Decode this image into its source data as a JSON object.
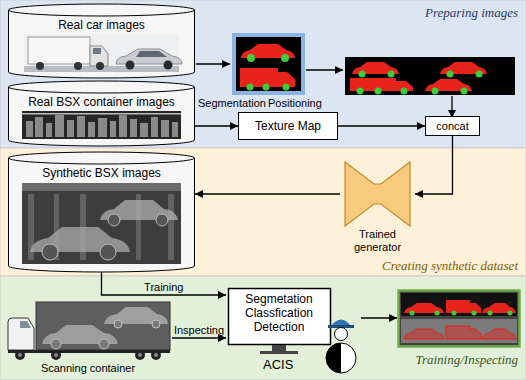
{
  "diagram": {
    "nodes": [
      {
        "text": [
          "Preparing images"
        ]
      },
      {
        "text": [
          "Real car images"
        ],
        "in": 0
      },
      {
        "text": [
          "Real BSX container images"
        ],
        "in": 0
      },
      {
        "text": [
          "Texture Map"
        ],
        "in": 0
      },
      {
        "text": [
          "concat"
        ],
        "in": 0
      },
      {
        "text": [
          "Creating synthetic dataset"
        ]
      },
      {
        "text": [
          "Synthetic BSX images"
        ],
        "in": 5
      },
      {
        "text": [
          "Trained generator"
        ],
        "in": 5
      },
      {
        "text": [
          "Training/Inspecting"
        ]
      },
      {
        "text": [
          "Scanning container"
        ],
        "in": 8
      },
      {
        "text": [
          "Segmetation Classfication Detection",
          "ACIS"
        ],
        "in": 8
      }
    ],
    "edges": [
      {
        "from": 2,
        "to": 3,
        "arrow": "to"
      },
      {
        "from": 3,
        "to": 4,
        "arrow": "to"
      },
      {
        "from": 4,
        "to": 7,
        "arrow": "to"
      },
      {
        "from": 7,
        "to": 6,
        "arrow": "to"
      },
      {
        "from": 6,
        "to": 10,
        "label": "Training",
        "arrow": "to"
      },
      {
        "from": 9,
        "to": 10,
        "label": "Inspecting",
        "arrow": "to"
      }
    ],
    "labels": [
      "Segmentation",
      "Positioning"
    ]
  }
}
